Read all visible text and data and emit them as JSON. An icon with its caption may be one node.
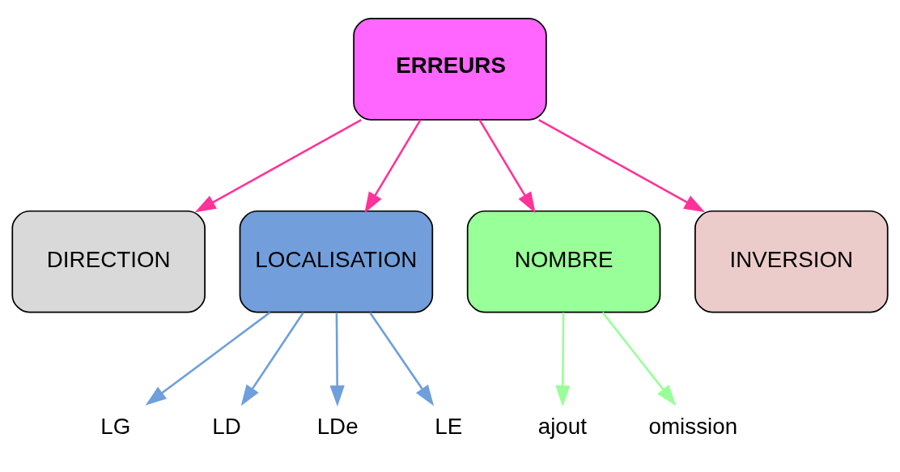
{
  "diagram": {
    "nodes": [
      {
        "text": [
          "ERREURS"
        ]
      },
      {
        "text": [
          "DIRECTION"
        ]
      },
      {
        "text": [
          "LOCALISATION"
        ]
      },
      {
        "text": [
          "NOMBRE"
        ]
      },
      {
        "text": [
          "INVERSION"
        ]
      },
      {
        "text": [
          "LG"
        ]
      },
      {
        "text": [
          "LD"
        ]
      },
      {
        "text": [
          "LDe"
        ]
      },
      {
        "text": [
          "LE"
        ]
      },
      {
        "text": [
          "ajout"
        ]
      },
      {
        "text": [
          "omission"
        ]
      }
    ],
    "edges": [
      {
        "from": 0,
        "to": 1,
        "arrow": "to",
        "color": "#ff3399"
      },
      {
        "from": 0,
        "to": 2,
        "arrow": "to",
        "color": "#ff3399"
      },
      {
        "from": 0,
        "to": 3,
        "arrow": "to",
        "color": "#ff3399"
      },
      {
        "from": 0,
        "to": 4,
        "arrow": "to",
        "color": "#ff3399"
      },
      {
        "from": 2,
        "to": 5,
        "arrow": "to",
        "color": "#6f9fdc"
      },
      {
        "from": 2,
        "to": 6,
        "arrow": "to",
        "color": "#6f9fdc"
      },
      {
        "from": 2,
        "to": 7,
        "arrow": "to",
        "color": "#6f9fdc"
      },
      {
        "from": 2,
        "to": 8,
        "arrow": "to",
        "color": "#6f9fdc"
      },
      {
        "from": 3,
        "to": 9,
        "arrow": "to",
        "color": "#99ff99"
      },
      {
        "from": 3,
        "to": 10,
        "arrow": "to",
        "color": "#99ff99"
      }
    ]
  }
}
